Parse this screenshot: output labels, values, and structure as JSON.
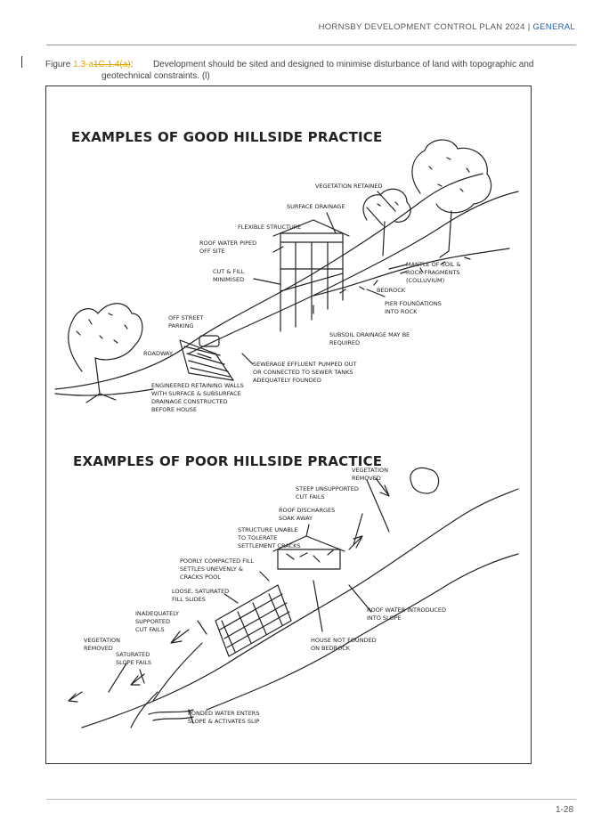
{
  "header": {
    "title": "HORNSBY DEVELOPMENT CONTROL PLAN 2024",
    "separator": "|",
    "section": "GENERAL"
  },
  "caption": {
    "prefix": "Figure ",
    "num_inserted": "1.3-a",
    "num_deleted": "1C.1.4(a)",
    "num_suffix": ":",
    "text_line1": "Development should be sited and designed to minimise disturbance of land with topographic and",
    "text_line2": "geotechnical constraints. (l)"
  },
  "figure": {
    "good": {
      "title": "EXAMPLES OF GOOD HILLSIDE PRACTICE",
      "labels": {
        "vegetation_retained": "VEGETATION RETAINED",
        "surface_drainage": "SURFACE DRAINAGE",
        "flexible_structure": "FLEXIBLE STRUCTURE",
        "roof_water": "ROOF WATER PIPED\nOFF SITE",
        "cut_fill": "CUT & FILL\nMINIMISED",
        "mantle": "MANTLE OF SOIL &\nROCK FRAGMENTS\n(COLLUVIUM)",
        "bedrock": "BEDROCK",
        "pier": "PIER FOUNDATIONS\nINTO ROCK",
        "off_street": "OFF STREET\nPARKING",
        "subsoil": "SUBSOIL DRAINAGE MAY BE\nREQUIRED",
        "roadway": "ROADWAY",
        "sewerage": "SEWERAGE EFFLUENT  PUMPED OUT\nOR CONNECTED TO SEWER TANKS\nADEQUATELY FOUNDED",
        "retaining": "ENGINEERED RETAINING WALLS\nWITH SURFACE & SUBSURFACE\nDRAINAGE CONSTRUCTED\nBEFORE HOUSE"
      }
    },
    "poor": {
      "title": "EXAMPLES OF POOR HILLSIDE PRACTICE",
      "labels": {
        "vegetation_removed_top": "VEGETATION\nREMOVED",
        "steep_cut": "STEEP UNSUPPORTED\nCUT FAILS",
        "roof_discharges": "ROOF DISCHARGES\nSOAK AWAY",
        "structure_unable": "STRUCTURE UNABLE\nTO TOLERATE\nSETTLEMENT CRACKS",
        "poorly_compacted": "POORLY COMPACTED FILL\nSETTLES UNEVENLY &\nCRACKS POOL",
        "loose_fill": "LOOSE, SATURATED\nFILL SLIDES",
        "inadequately": "INADEQUATELY\nSUPPORTED\nCUT FAILS",
        "roof_water_introduced": "ROOF WATER INTRODUCED\nINTO SLOPE",
        "vegetation_removed_left": "VEGETATION\nREMOVED",
        "saturated_slope": "SATURATED\nSLOPE FAILS",
        "house_not_founded": "HOUSE NOT FOUNDED\nON BEDROCK",
        "ponded_water": "PONDED WATER ENTERS\nSLOPE & ACTIVATES SLIP"
      }
    }
  },
  "footer": {
    "page_number": "1-28"
  }
}
